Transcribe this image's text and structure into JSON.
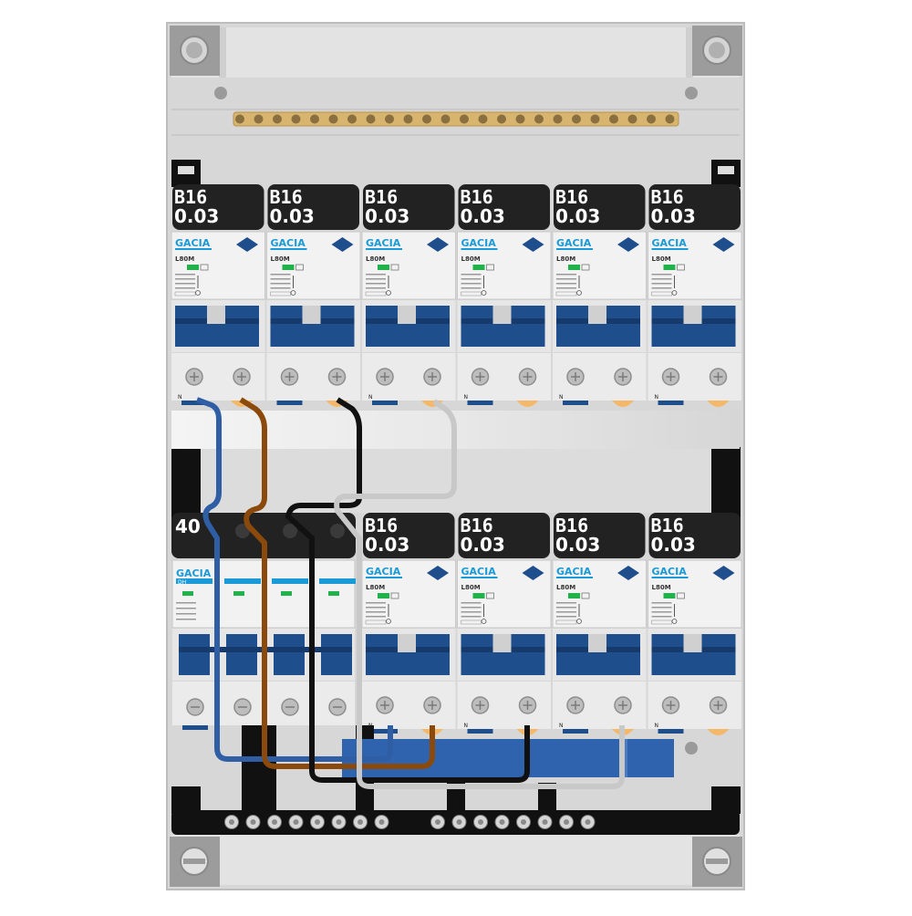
{
  "colors": {
    "enclosure": "#d9d9d9",
    "enclosure_edge": "#bdbdbd",
    "label_bg": "#222222",
    "label_text": "#ffffff",
    "breaker_body": "#f2f2f2",
    "lever_blue": "#1f4e8c",
    "lever_dark": "#163a6b",
    "brand_blue": "#1a9ad6",
    "led_green": "#22b24c",
    "busbar_brass": "#d4b06a",
    "terminal_dark": "#1a1a1a",
    "wire_blue": "#2f5ea5",
    "wire_brown": "#8b4a0c",
    "wire_black": "#111111",
    "wire_grey": "#c8c8c8",
    "rail_dark": "#111111",
    "bottom_busbar_blue": "#2f63ad"
  },
  "row1": {
    "breakers": [
      {
        "rating": "B16",
        "sensitivity": "0.03",
        "brand": "GACIA",
        "model": "L80M",
        "pole_label": "N"
      },
      {
        "rating": "B16",
        "sensitivity": "0.03",
        "brand": "GACIA",
        "model": "L80M",
        "pole_label": ""
      },
      {
        "rating": "B16",
        "sensitivity": "0.03",
        "brand": "GACIA",
        "model": "L80M",
        "pole_label": "N"
      },
      {
        "rating": "B16",
        "sensitivity": "0.03",
        "brand": "GACIA",
        "model": "L80M",
        "pole_label": "N"
      },
      {
        "rating": "B16",
        "sensitivity": "0.03",
        "brand": "GACIA",
        "model": "L80M",
        "pole_label": "N"
      },
      {
        "rating": "B16",
        "sensitivity": "0.03",
        "brand": "GACIA",
        "model": "L80M",
        "pole_label": "N"
      }
    ]
  },
  "row2": {
    "main_switch": {
      "rating": "40",
      "brand": "GACIA",
      "model": "DH"
    },
    "breakers": [
      {
        "rating": "B16",
        "sensitivity": "0.03",
        "brand": "GACIA",
        "model": "L80M",
        "pole_label": "N"
      },
      {
        "rating": "B16",
        "sensitivity": "0.03",
        "brand": "GACIA",
        "model": "L80M",
        "pole_label": "N"
      },
      {
        "rating": "B16",
        "sensitivity": "0.03",
        "brand": "GACIA",
        "model": "L80M",
        "pole_label": "N"
      },
      {
        "rating": "B16",
        "sensitivity": "0.03",
        "brand": "GACIA",
        "model": "L80M",
        "pole_label": "N"
      }
    ]
  },
  "wires": [
    {
      "name": "neutral-wire",
      "color": "#2f5ea5"
    },
    {
      "name": "phase-l1-wire",
      "color": "#8b4a0c"
    },
    {
      "name": "phase-l2-wire",
      "color": "#111111"
    },
    {
      "name": "phase-l3-wire",
      "color": "#c8c8c8"
    }
  ],
  "bottom_terminals": {
    "group_count": 2,
    "screws_per_group": 8
  }
}
